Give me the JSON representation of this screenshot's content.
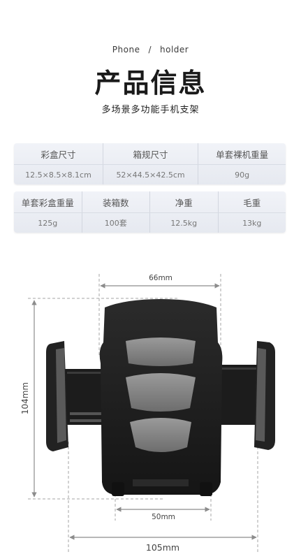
{
  "header": {
    "eyebrow_left": "Phone",
    "eyebrow_sep": "/",
    "eyebrow_right": "holder",
    "title": "产品信息",
    "subtitle": "多场景多功能手机支架"
  },
  "spec_table_1": {
    "headers": [
      "彩盒尺寸",
      "箱规尺寸",
      "单套裸机重量"
    ],
    "values": [
      "12.5×8.5×8.1cm",
      "52×44.5×42.5cm",
      "90g"
    ]
  },
  "spec_table_2": {
    "headers": [
      "单套彩盒重量",
      "装箱数",
      "净重",
      "毛重"
    ],
    "values": [
      "125g",
      "100套",
      "12.5kg",
      "13kg"
    ]
  },
  "dimensions": {
    "top_width": "66mm",
    "height": "104mm",
    "bottom_inner_width": "50mm",
    "overall_width": "105mm"
  },
  "colors": {
    "table_bg": "#eceef4",
    "holder_body": "#1e1e1e",
    "holder_pad": "#8a8a8a",
    "dimension_line": "#9a9a9a"
  }
}
